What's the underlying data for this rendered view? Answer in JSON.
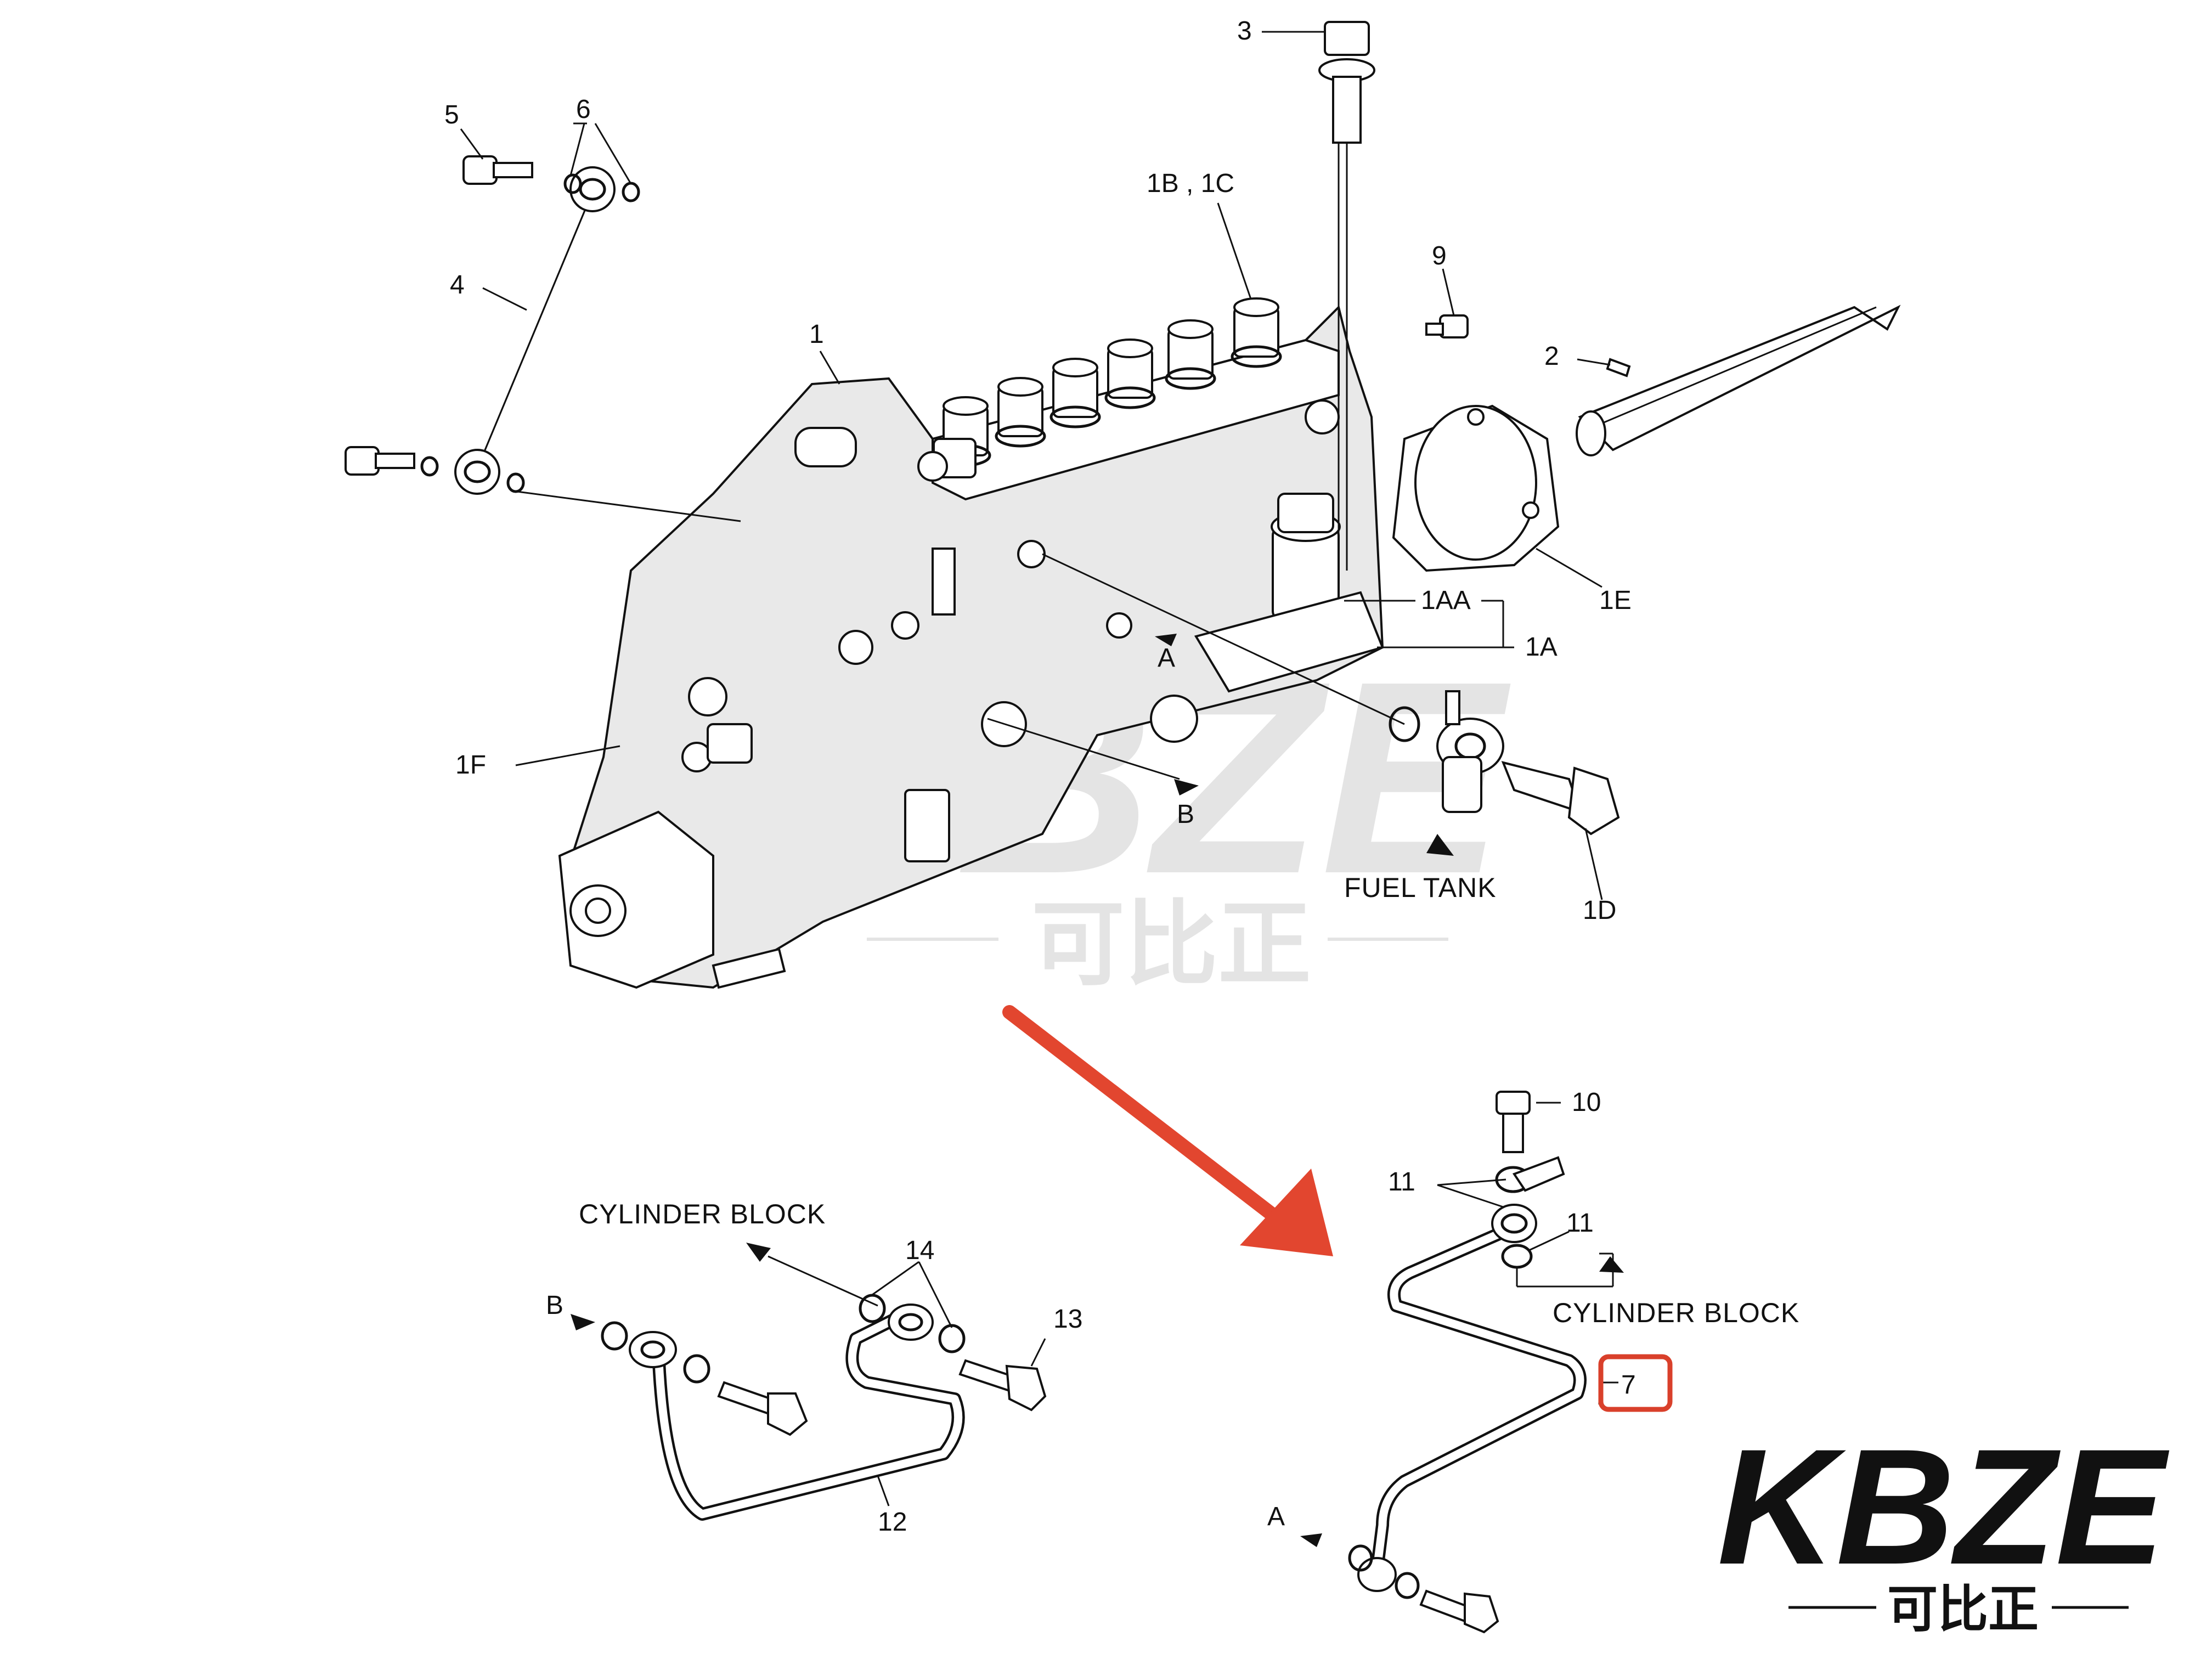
{
  "labels": {
    "l3": "3",
    "l5": "5",
    "l6": "6",
    "l1b1c": "1B , 1C",
    "l9": "9",
    "l4": "4",
    "l1": "1",
    "l2": "2",
    "l1aa": "1AA",
    "l1e": "1E",
    "l1a": "1A",
    "la": "A",
    "l1f": "1F",
    "lb": "B",
    "fuel_tank": "FUEL TANK",
    "l1d": "1D",
    "l10": "10",
    "l11a": "11",
    "l11b": "11",
    "cyl_block_left": "CYLINDER BLOCK",
    "l14": "14",
    "cyl_block_right": "CYLINDER BLOCK",
    "lb2": "B",
    "l13": "13",
    "l7": "7",
    "l12": "12",
    "la2": "A"
  },
  "watermark": {
    "brand": "KBZE",
    "cn": "可比正"
  },
  "logo": {
    "brand": "KBZE",
    "cn": "可比正"
  },
  "colors": {
    "highlight": "#d9402b",
    "arrow": "#e2462f",
    "ink": "#111111",
    "watermark": "#d0d0d0"
  }
}
